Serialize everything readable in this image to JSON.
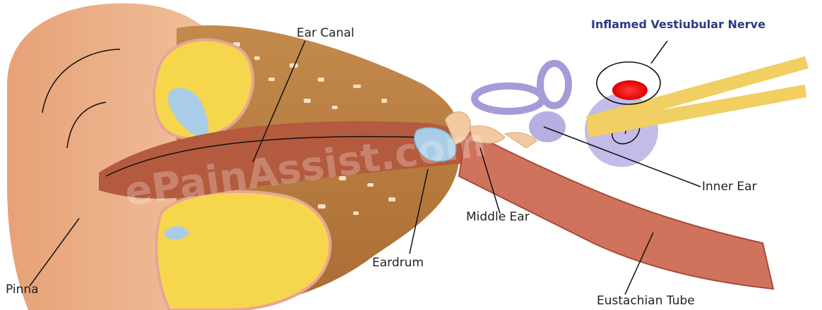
{
  "diagram": {
    "labels": {
      "ear_canal": "Ear Canal",
      "inflamed_nerve": "Inflamed Vestiubular Nerve",
      "inner_ear": "Inner Ear",
      "middle_ear": "Middle Ear",
      "eardrum": "Eardrum",
      "pinna": "Pinna",
      "eustachian_tube": "Eustachian Tube"
    },
    "watermark": "ePainAssist.com"
  }
}
